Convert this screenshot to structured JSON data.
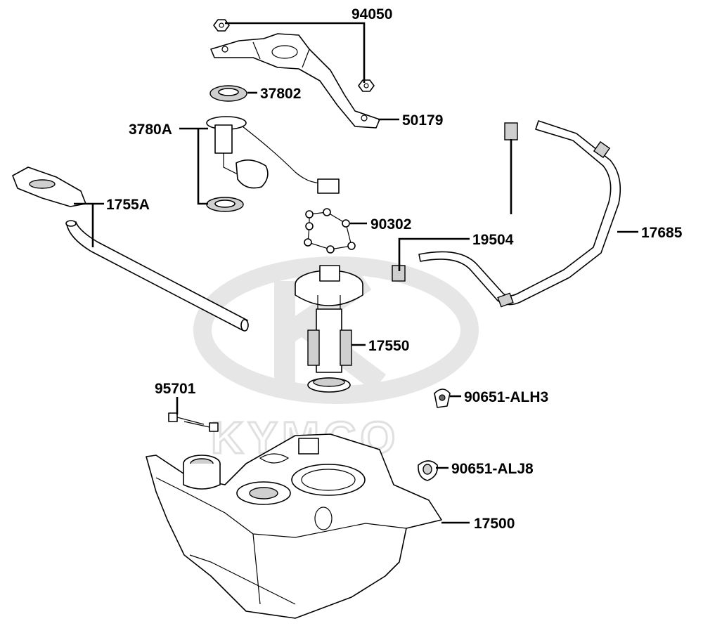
{
  "watermark": {
    "text": "KYMCO"
  },
  "callouts": [
    {
      "id": "94050",
      "label": "94050"
    },
    {
      "id": "37802",
      "label": "37802"
    },
    {
      "id": "50179",
      "label": "50179"
    },
    {
      "id": "3780A",
      "label": "3780A"
    },
    {
      "id": "1755A",
      "label": "1755A"
    },
    {
      "id": "90302",
      "label": "90302"
    },
    {
      "id": "19504",
      "label": "19504"
    },
    {
      "id": "17685",
      "label": "17685"
    },
    {
      "id": "17550",
      "label": "17550"
    },
    {
      "id": "95701",
      "label": "95701"
    },
    {
      "id": "90651-ALH3",
      "label": "90651-ALH3"
    },
    {
      "id": "90651-ALJ8",
      "label": "90651-ALJ8"
    },
    {
      "id": "17500",
      "label": "17500"
    }
  ]
}
